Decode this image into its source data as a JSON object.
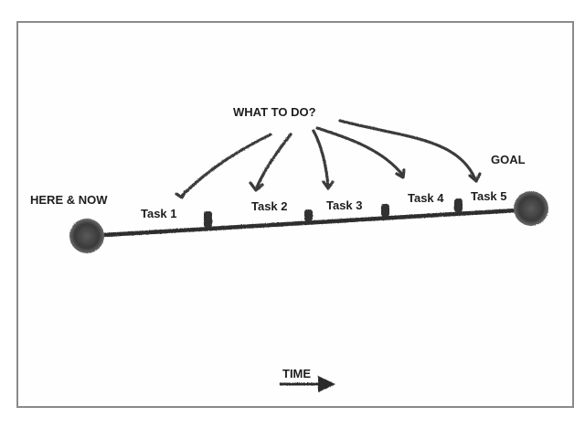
{
  "start_label": "HERE & NOW",
  "goal_label": "GOAL",
  "question_label": "WHAT TO DO?",
  "time_label": "TIME",
  "tasks": [
    {
      "label": "Task 1"
    },
    {
      "label": "Task 2"
    },
    {
      "label": "Task 3"
    },
    {
      "label": "Task 4"
    },
    {
      "label": "Task 5"
    }
  ],
  "colors": {
    "ink": "#2a2a2a",
    "node": "#3a3a3a",
    "frame": "#8a8a8a"
  }
}
